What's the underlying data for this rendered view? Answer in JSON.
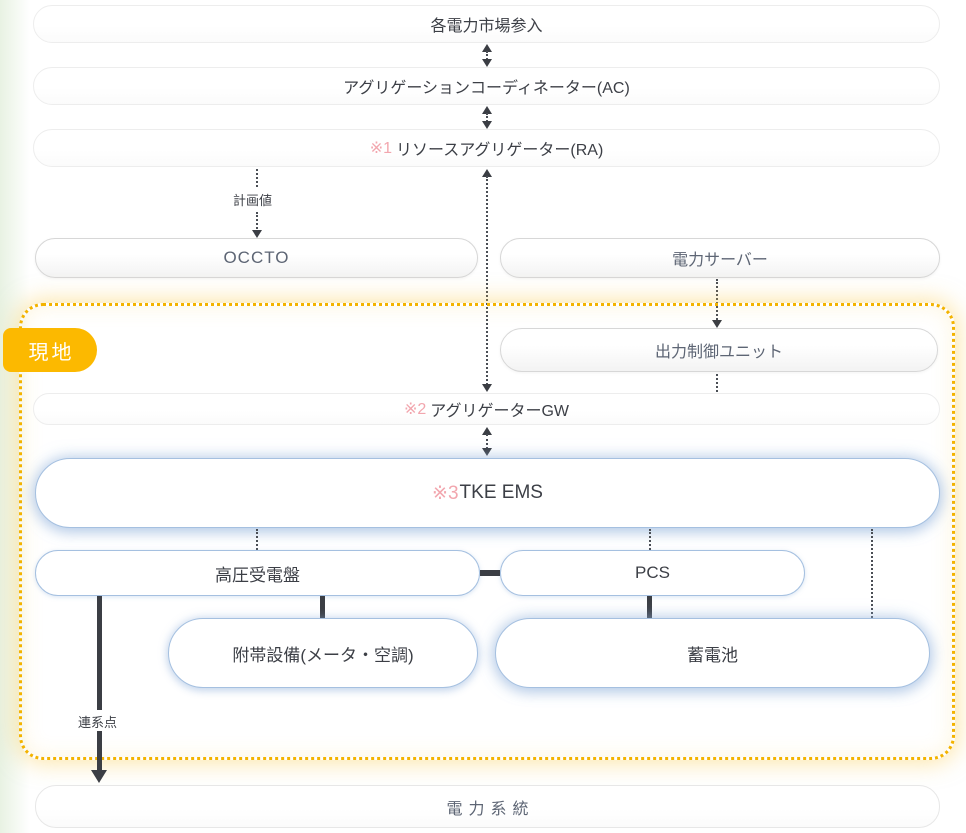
{
  "diagram": {
    "nodes": {
      "market": {
        "label": "各電力市場参入"
      },
      "ac": {
        "label": "アグリゲーションコーディネーター(AC)"
      },
      "ra": {
        "marker": "※1",
        "label": "リソースアグリゲーター(RA)"
      },
      "occto": {
        "label": "OCCTO"
      },
      "power_server": {
        "label": "電力サーバー"
      },
      "output_control": {
        "label": "出力制御ユニット"
      },
      "aggregator_gw": {
        "marker": "※2",
        "label": "アグリゲーターGW"
      },
      "tke_ems": {
        "marker": "※3",
        "label": "TKE EMS"
      },
      "hv_panel": {
        "label": "高圧受電盤"
      },
      "pcs": {
        "label": "PCS"
      },
      "auxiliary": {
        "label": "附帯設備(メータ・空調)"
      },
      "battery": {
        "label": "蓄電池"
      },
      "grid": {
        "label": "電力系統"
      }
    },
    "labels": {
      "site_badge": "現地",
      "planned_value": "計画値",
      "interconnection_point": "連系点"
    },
    "colors": {
      "accent_yellow": "#fcb900",
      "region_border_yellow": "#f3b300",
      "marker_pink": "#f2a6ae",
      "line_dark": "#3b3e44",
      "blue_box_border": "#a5c0e0",
      "gray_box_border": "#d7d7d7",
      "text_dark": "#3c3f46",
      "text_slate": "#5d6574"
    }
  }
}
